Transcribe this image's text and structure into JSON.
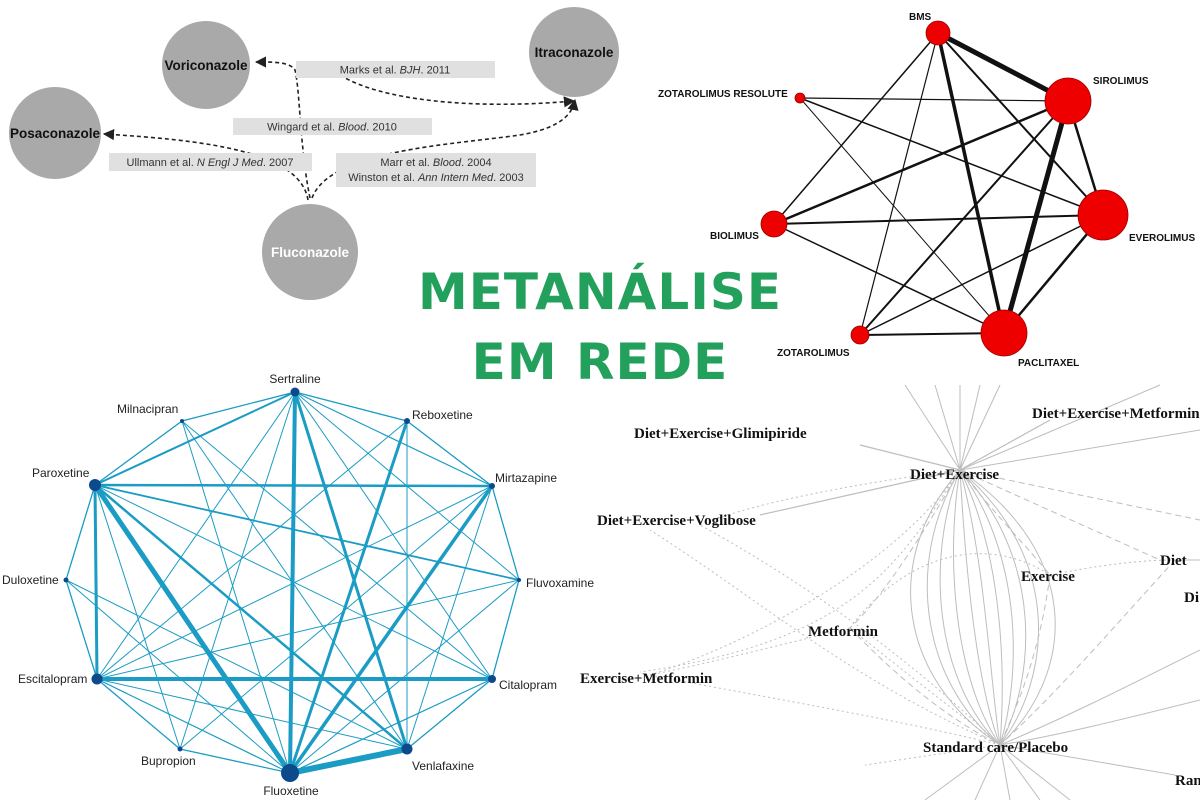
{
  "title": {
    "line1": "METANÁLISE",
    "line2": "EM REDE"
  },
  "colors": {
    "title": "#23a05c",
    "antifungal_node": "#a9a9a9",
    "stent_node": "#ee0000",
    "antidepressant": "#1b9cc4",
    "antidepressant_node": "#0c4a8c",
    "diabetes_edge": "#bdbdbd"
  },
  "antifungal": {
    "nodes": {
      "voriconazole": "Voriconazole",
      "itraconazole": "Itraconazole",
      "posaconazole": "Posaconazole",
      "fluconazole": "Fluconazole"
    },
    "citations": {
      "marks": {
        "pre": "Marks et al. ",
        "journal": "BJH",
        "post": ". 2011"
      },
      "wingard": {
        "pre": "Wingard et al. ",
        "journal": "Blood",
        "post": ". 2010"
      },
      "ullmann": {
        "pre": "Ullmann et al. ",
        "journal": "N Engl J Med",
        "post": ". 2007"
      },
      "marr": {
        "pre": "Marr et al. ",
        "journal": "Blood",
        "post": ". 2004"
      },
      "winston": {
        "pre": "Winston et al. ",
        "journal": "Ann Intern Med",
        "post": ". 2003"
      }
    }
  },
  "stents": {
    "nodes": {
      "bms": "BMS",
      "sirolimus": "SIROLIMUS",
      "zotarolimus_resolute": "ZOTAROLIMUS RESOLUTE",
      "biolimus": "BIOLIMUS",
      "everolimus": "EVEROLIMUS",
      "zotarolimus": "ZOTAROLIMUS",
      "paclitaxel": "PACLITAXEL"
    }
  },
  "antidepressants": {
    "nodes": {
      "sertraline": "Sertraline",
      "milnacipran": "Milnacipran",
      "reboxetine": "Reboxetine",
      "paroxetine": "Paroxetine",
      "mirtazapine": "Mirtazapine",
      "duloxetine": "Duloxetine",
      "fluvoxamine": "Fluvoxamine",
      "escitalopram": "Escitalopram",
      "citalopram": "Citalopram",
      "bupropion": "Bupropion",
      "venlafaxine": "Venlafaxine",
      "fluoxetine": "Fluoxetine"
    }
  },
  "diabetes": {
    "nodes": {
      "def_metformin": "Diet+Exercise+Metformin",
      "de_glimepiride": "Diet+Exercise+Glimipiride",
      "diet_exercise": "Diet+Exercise",
      "de_voglibose": "Diet+Exercise+Voglibose",
      "diet": "Diet",
      "di_partial": "Di",
      "exercise": "Exercise",
      "metformin": "Metformin",
      "exercise_metformin": "Exercise+Metformin",
      "standard_care": "Standard care/Placebo",
      "ran_partial": "Ran"
    }
  }
}
